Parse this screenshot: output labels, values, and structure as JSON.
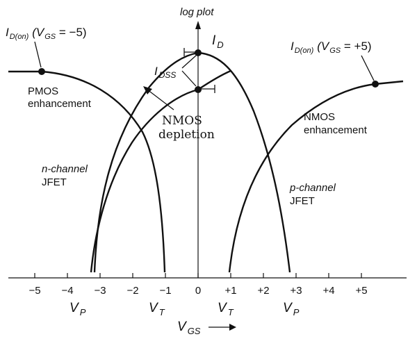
{
  "figure": {
    "y_axis_label": "log plot",
    "id_label": {
      "main": "I",
      "sub": "D"
    },
    "idss_label": {
      "main": "I",
      "sub": "DSS"
    },
    "x_axis_label": {
      "main": "V",
      "sub": "GS"
    },
    "x_ticks": [
      "−5",
      "−4",
      "−3",
      "−2",
      "−1",
      "0",
      "+1",
      "+2",
      "+3",
      "+4",
      "+5"
    ],
    "vp_label": {
      "main": "V",
      "sub": "P"
    },
    "vt_label": {
      "main": "V",
      "sub": "T"
    },
    "id_on_neg": {
      "main": "I",
      "sub": "D(on)",
      "args": "(V",
      "args_sub": "GS",
      "value": " = −5)"
    },
    "id_on_pos": {
      "main": "I",
      "sub": "D(on)",
      "args": "(V",
      "args_sub": "GS",
      "value": " = +5)"
    },
    "pmos_line1": "PMOS",
    "pmos_line2": "enhancement",
    "nmos_dep_line1": "NMOS",
    "nmos_dep_line2": "depletion",
    "nmos_enh_line1": "NMOS",
    "nmos_enh_line2": "enhancement",
    "njfet_line1": "n-channel",
    "njfet_line2": "JFET",
    "pjfet_line1": "p-channel",
    "pjfet_line2": "JFET"
  }
}
